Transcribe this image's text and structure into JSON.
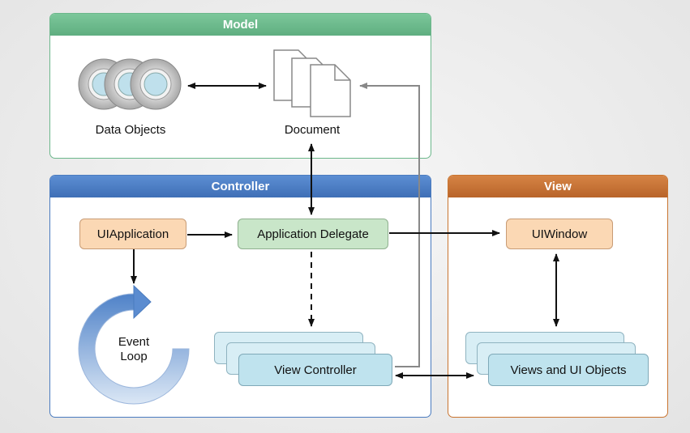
{
  "panels": {
    "model": {
      "title": "Model"
    },
    "controller": {
      "title": "Controller"
    },
    "view": {
      "title": "View"
    }
  },
  "model": {
    "data_objects_label": "Data Objects",
    "document_label": "Document"
  },
  "controller": {
    "uiapplication": "UIApplication",
    "app_delegate": "Application Delegate",
    "event_loop_line1": "Event",
    "event_loop_line2": "Loop",
    "view_controller": "View Controller"
  },
  "view": {
    "uiwindow": "UIWindow",
    "views_objects": "Views and UI Objects"
  },
  "colors": {
    "model": "#6cb78b",
    "controller": "#4a7bbf",
    "view": "#c9742f",
    "node_orange": "#fbd8b4",
    "node_green": "#c9e6c9",
    "node_blue": "#bfe3ee"
  }
}
